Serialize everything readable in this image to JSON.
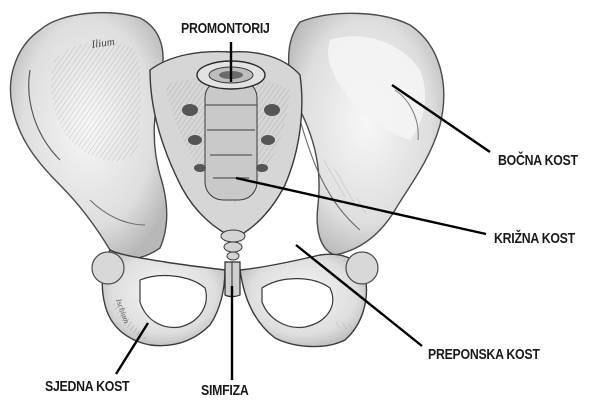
{
  "figure": {
    "subject": "anterior view of the human pelvis",
    "ilium_engraving_text": "Ilium",
    "ischium_engraving_text": "Ischium"
  },
  "labels": {
    "promontorij": "PROMONTORIJ",
    "bocna_kost": "BOČNA KOST",
    "krizna_kost": "KRIŽNA KOST",
    "preponska_kost": "PREPONSKA KOST",
    "sjedna_kost": "SJEDNA KOST",
    "simfiza": "SIMFIZA"
  },
  "colors": {
    "bone_fill": "#ececec",
    "bone_shade": "#9a9a9a",
    "ink": "#1a1a1a",
    "leader_line": "#000000"
  }
}
